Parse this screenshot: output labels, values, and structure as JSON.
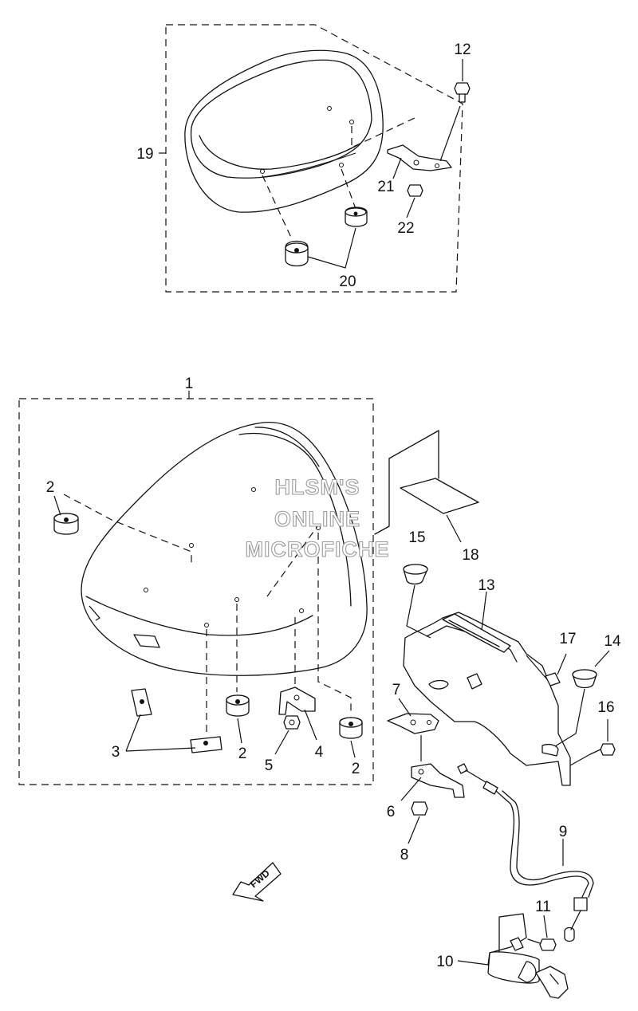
{
  "callouts": {
    "c1": "1",
    "c2a": "2",
    "c2b": "2",
    "c2c": "2",
    "c3": "3",
    "c4": "4",
    "c5": "5",
    "c6": "6",
    "c7": "7",
    "c8": "8",
    "c9": "9",
    "c10": "10",
    "c11": "11",
    "c12": "12",
    "c13": "13",
    "c14": "14",
    "c15": "15",
    "c16": "16",
    "c17": "17",
    "c18": "18",
    "c19": "19",
    "c20": "20",
    "c21": "21",
    "c22": "22"
  },
  "watermark": {
    "line1": "HLSM'S",
    "line2": "ONLINE",
    "line3": "MICROFICHE"
  },
  "direction_arrow": {
    "label": "FWD"
  }
}
